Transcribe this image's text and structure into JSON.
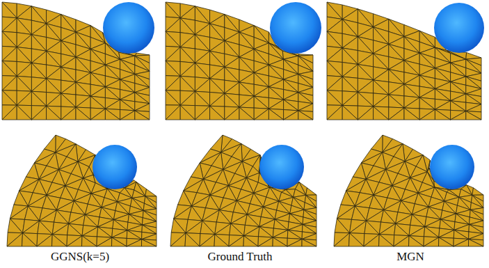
{
  "diagram": {
    "labels": [
      "GGNS(k=5)",
      "Ground Truth",
      "MGN"
    ]
  }
}
